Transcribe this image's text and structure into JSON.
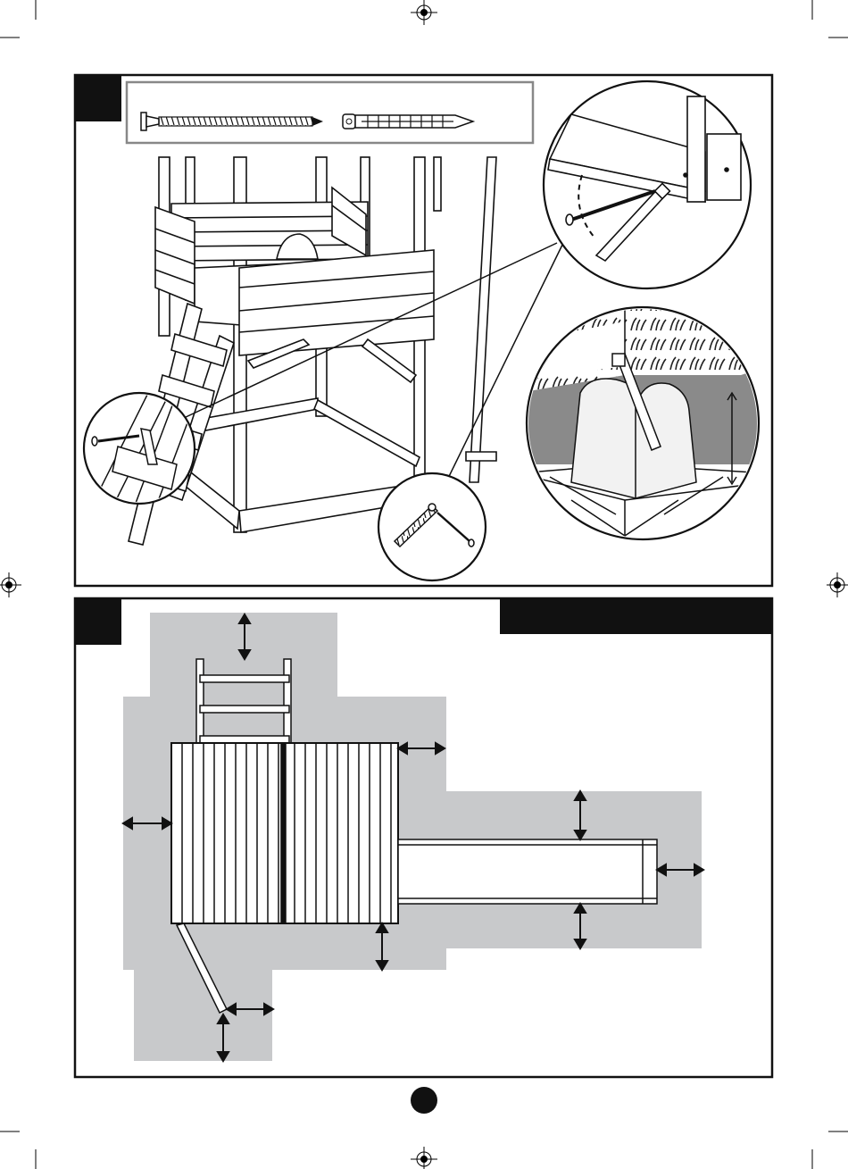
{
  "page": {
    "number": "",
    "steps": [
      {
        "id": "step-1",
        "label": ""
      },
      {
        "id": "step-2",
        "label": ""
      }
    ],
    "banner_text": ""
  },
  "hardware": [
    {
      "name": "wood-screw-icon"
    },
    {
      "name": "ground-stake-icon"
    }
  ],
  "colors": {
    "ink": "#1a1a1a",
    "clearance_zone": "#c8c9cb",
    "soil": "#8a8a8a",
    "frame": "#222222"
  },
  "clearance_arrows": [
    "ladder-top-clearance",
    "tower-left-clearance",
    "tower-right-clearance",
    "slide-top-clearance",
    "slide-end-clearance",
    "slide-bottom-clearance",
    "tower-bottom-clearance",
    "ladder-side-clearance",
    "ladder-bottom-clearance"
  ]
}
